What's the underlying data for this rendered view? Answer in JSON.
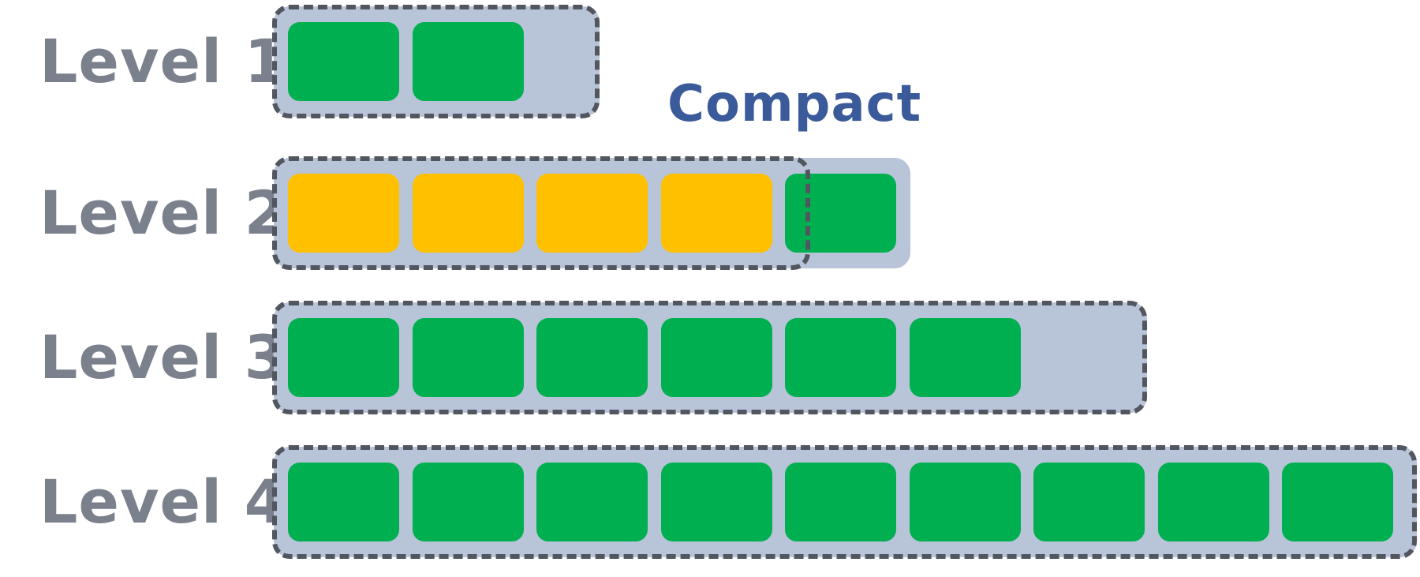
{
  "levels": [
    {
      "label": "Level 1",
      "blocks": [
        "green",
        "green"
      ]
    },
    {
      "label": "Level 2",
      "blocks": [
        "yellow",
        "yellow",
        "yellow",
        "yellow",
        "green"
      ]
    },
    {
      "label": "Level 3",
      "blocks": [
        "green",
        "green",
        "green",
        "green",
        "green",
        "green"
      ]
    },
    {
      "label": "Level 4",
      "blocks": [
        "green",
        "green",
        "green",
        "green",
        "green",
        "green",
        "green",
        "green",
        "green"
      ]
    }
  ],
  "annotation": {
    "compact_label": "Compact"
  },
  "colors": {
    "green": "#00b050",
    "yellow": "#ffc000",
    "container": "#b8c4d8",
    "dashed_border": "#52565e",
    "level_text": "#7a818c",
    "annotation_text": "#3a5a9a"
  }
}
